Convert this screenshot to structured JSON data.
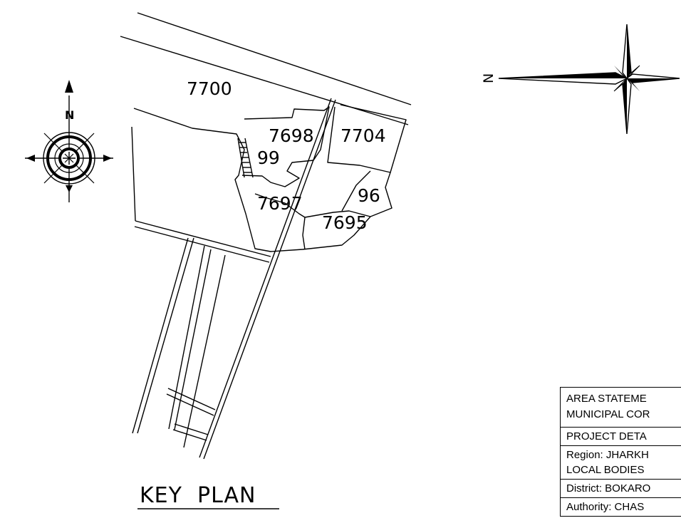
{
  "plots": [
    {
      "id": "plot-7700",
      "label": "7700"
    },
    {
      "id": "plot-7698",
      "label": "7698"
    },
    {
      "id": "plot-7704",
      "label": "7704"
    },
    {
      "id": "plot-99",
      "label": "99"
    },
    {
      "id": "plot-96",
      "label": "96"
    },
    {
      "id": "plot-7697",
      "label": "7697"
    },
    {
      "id": "plot-7695",
      "label": "7695"
    }
  ],
  "compass_small": {
    "north_label": "N"
  },
  "compass_large": {
    "north_label": "N"
  },
  "key_plan_title": "KEY  PLAN",
  "area_table": {
    "rows": [
      [
        "AREA STATEME",
        "MUNICIPAL COR"
      ],
      [
        "PROJECT DETA"
      ],
      [
        "Region: JHARKH",
        "LOCAL BODIES"
      ],
      [
        "District: BOKARO"
      ],
      [
        "Authority: CHAS"
      ]
    ]
  }
}
